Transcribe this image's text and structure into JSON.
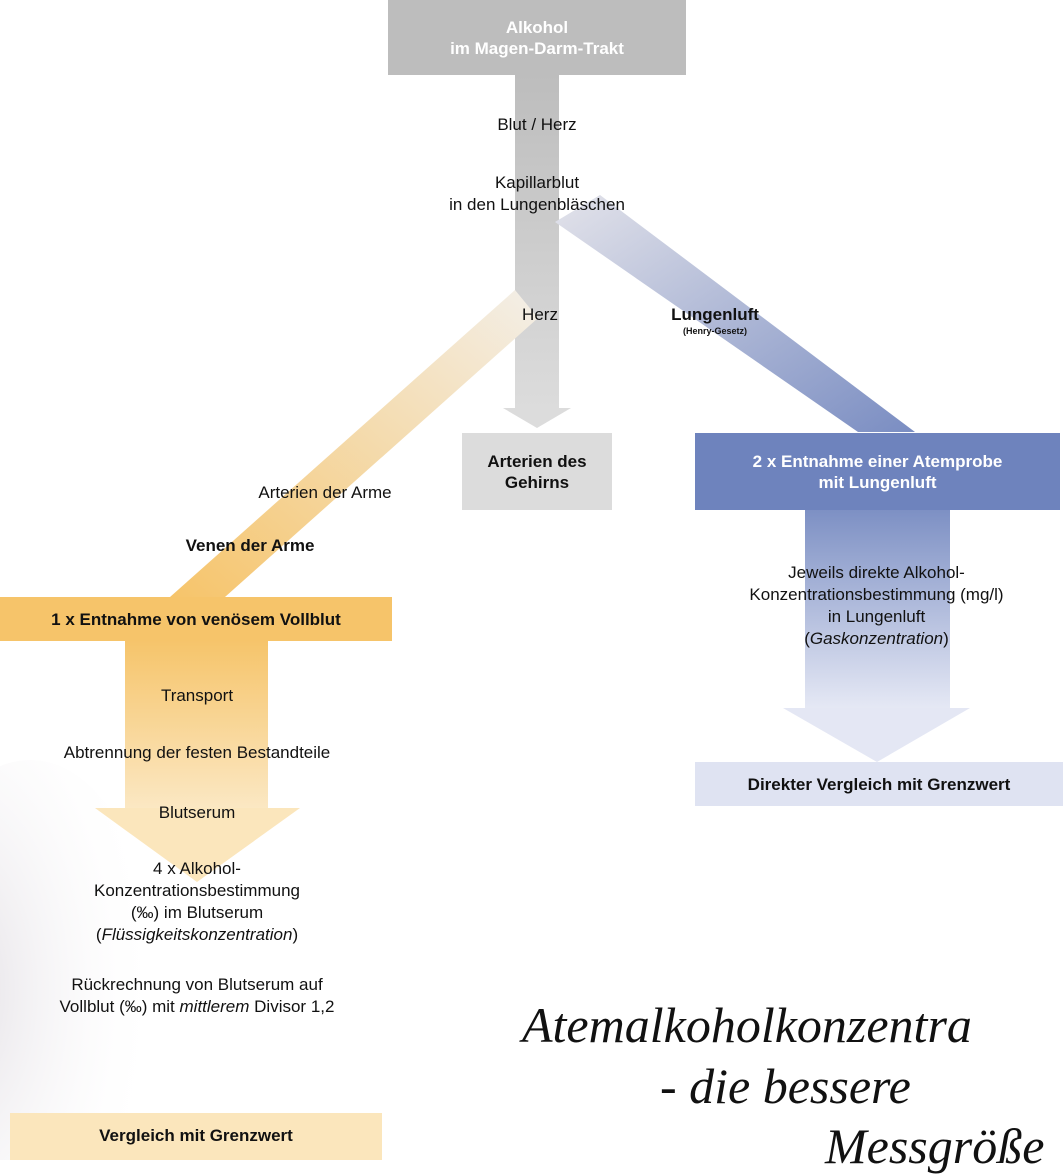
{
  "colors": {
    "grey": "#bdbdbd",
    "grey_light": "#dcdcdc",
    "orange": "#f6c46a",
    "orange_light": "#fbe6bc",
    "blue": "#6e83bd",
    "blue_light": "#dfe3f2"
  },
  "nodes": {
    "top_line1": "Alkohol",
    "top_line2": "im Magen-Darm-Trakt",
    "blut_herz": "Blut / Herz",
    "kapillar_line1": "Kapillarblut",
    "kapillar_line2": "in den Lungenbläschen",
    "herz": "Herz",
    "lungenluft": "Lungenluft",
    "henry": "(Henry-Gesetz)",
    "gehirn_line1": "Arterien des",
    "gehirn_line2": "Gehirns",
    "atemprobe_line1": "2 x Entnahme einer Atemprobe",
    "atemprobe_line2": "mit Lungenluft",
    "arterien_arme": "Arterien der Arme",
    "venen_arme": "Venen der Arme",
    "vollblut_box": "1 x Entnahme von venösem Vollblut",
    "jeweils_line1": "Jeweils direkte Alkohol-",
    "jeweils_line2": "Konzentrationsbestimmung (mg/l)",
    "jeweils_line3": "in Lungenluft",
    "jeweils_line4_pre": "(",
    "jeweils_line4_em": "Gaskonzentration",
    "jeweils_line4_post": ")",
    "transport": "Transport",
    "abtrennung": "Abtrennung der festen Bestandteile",
    "direkter_vergleich": "Direkter Vergleich mit Grenzwert",
    "blutserum": "Blutserum",
    "alk4_line1": "4 x Alkohol-",
    "alk4_line2": "Konzentrationsbestimmung",
    "alk4_line3": "(‰) im Blutserum",
    "alk4_line4_pre": "(",
    "alk4_line4_em": "Flüssigkeitskonzentration",
    "alk4_line4_post": ")",
    "rueck_line1": "Rückrechnung von Blutserum auf",
    "rueck_line2_pre": "Vollblut (‰) mit ",
    "rueck_line2_em": "mittlerem",
    "rueck_line2_post": " Divisor 1,2",
    "vergleich": "Vergleich mit Grenzwert"
  },
  "slogan": {
    "line1": "Atemalkoholkonzentra",
    "line2": "- die bessere",
    "line3": "Messgröße"
  }
}
